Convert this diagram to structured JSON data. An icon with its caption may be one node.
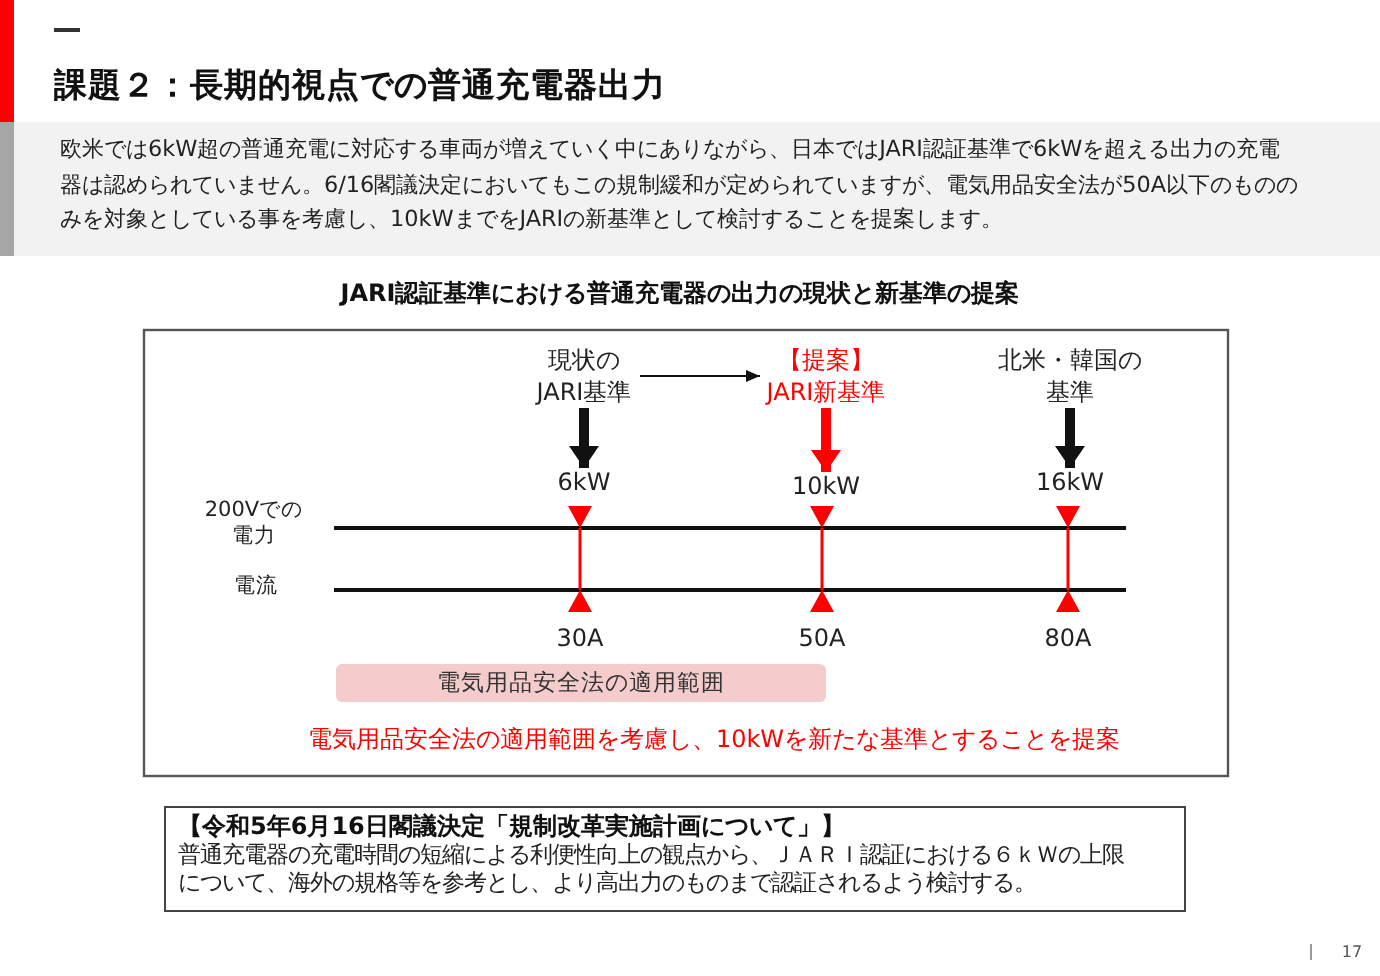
{
  "diagram": {
    "title": "課題２：長期的視点での普通充電器出力",
    "nodes": [
      {
        "text": [
          "現状のJARI基準"
        ]
      },
      {
        "text": [
          "【提案】JARI新基準"
        ]
      },
      {
        "text": [
          "北米・韓国の基準"
        ]
      },
      {
        "text": [
          "6kW"
        ]
      },
      {
        "text": [
          "10kW"
        ]
      },
      {
        "text": [
          "16kW"
        ]
      },
      {
        "text": [
          "電気用品安全法の適用範囲"
        ]
      },
      {
        "text": [
          "【令和5年6月16日閣議決定「規制改革実施計画について」】",
          "普通充電器の充電時間の短縮による利便性向上の観点から、ＪＡＲＩ認証における６ｋＷの上限について、海外の規格等を参考とし、より高出力のものまで認証されるよう検討する。"
        ]
      }
    ],
    "edges": [
      {
        "from": 0,
        "to": 1,
        "arrow": "to"
      },
      {
        "from": 0,
        "to": 3,
        "arrow": "to"
      },
      {
        "from": 1,
        "to": 4,
        "arrow": "to",
        "color": "#ff0000"
      },
      {
        "from": 2,
        "to": 5,
        "arrow": "to"
      }
    ],
    "labels": [
      "欧米では6kW超の普通充電に対応する車両が増えていく中にありながら、日本ではJARI認証基準で6kWを超える出力の充電器は認められていません。6/16閣議決定においてもこの規制緩和が定められていますが、電気用品安全法が50A以下のもののみを対象としている事を考慮し、10kWまでをJARIの新基準として検討することを提案します。",
      "JARI認証基準における普通充電器の出力の現状と新基準の提案",
      "200Vでの電力",
      "電流",
      "30A",
      "50A",
      "80A",
      "電気用品安全法の適用範囲を考慮し、10kWを新たな基準とすることを提案",
      "17"
    ]
  }
}
